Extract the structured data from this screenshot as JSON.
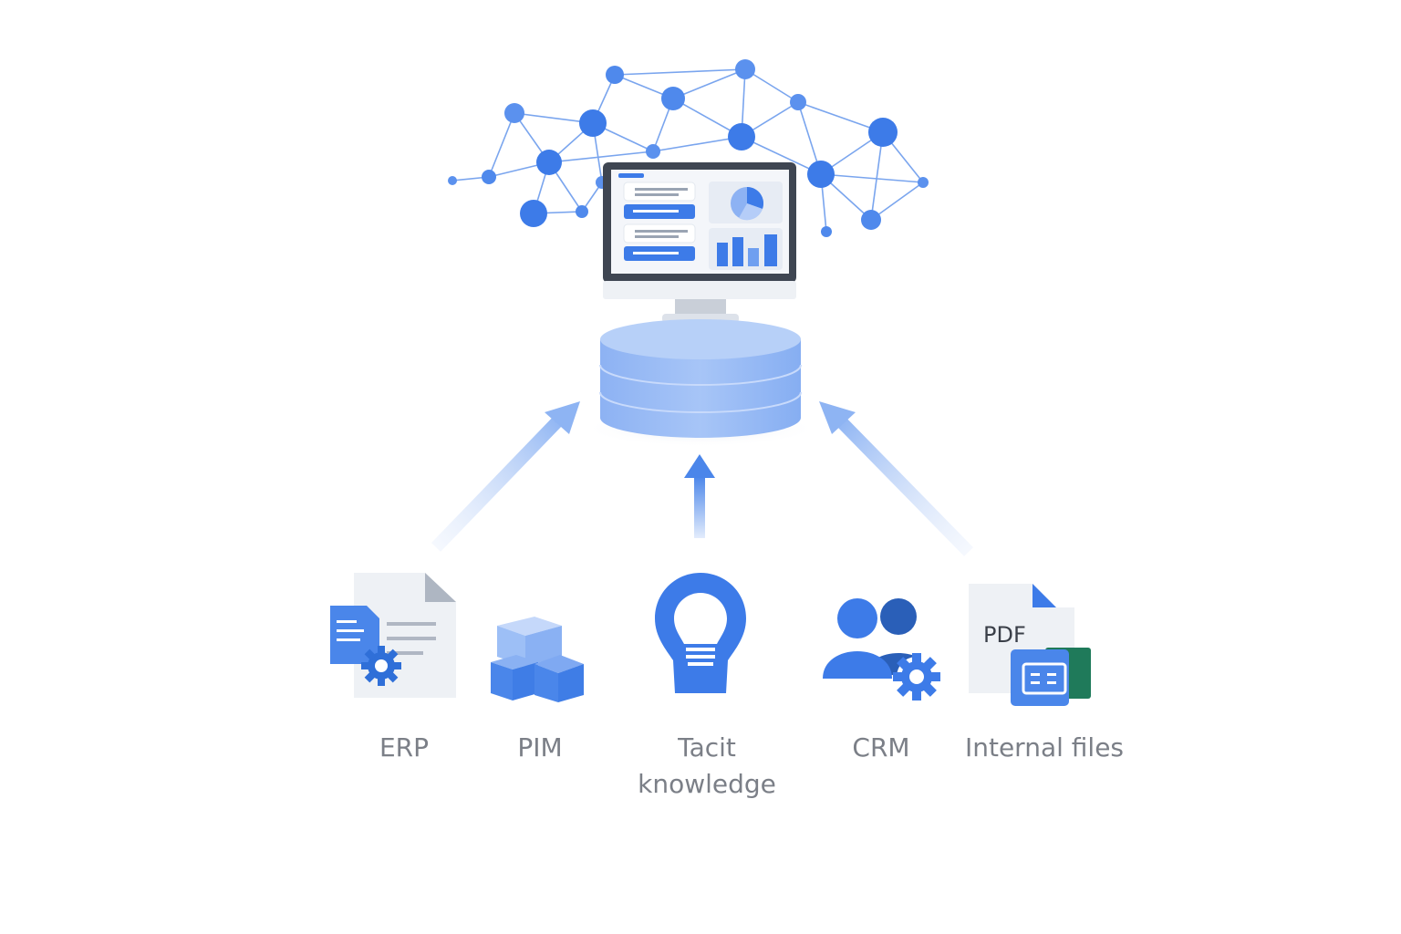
{
  "sources": [
    {
      "label": "ERP",
      "icon": "document-gear-icon"
    },
    {
      "label": "PIM",
      "icon": "cubes-icon"
    },
    {
      "label": "Tacit knowledge",
      "icon": "lightbulb-icon"
    },
    {
      "label": "CRM",
      "icon": "users-gear-icon"
    },
    {
      "label": "Internal files",
      "icon": "pdf-spreadsheet-icon",
      "doc_text": "PDF"
    }
  ],
  "hub": {
    "icon": "database-icon",
    "display": "monitor-dashboard-icon"
  },
  "network": {
    "icon": "knowledge-graph-icon"
  },
  "colors": {
    "primary": "#3d7be8",
    "light": "#8fb5f5",
    "label": "#7b7f87"
  }
}
